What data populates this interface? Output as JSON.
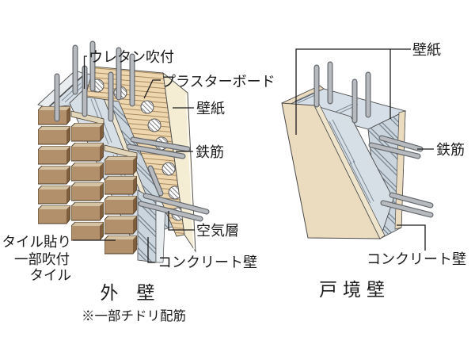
{
  "figure": {
    "left_diagram": {
      "title": "外　壁",
      "note": "※一部チドリ配筋",
      "labels": {
        "urethane": "ウレタン吹付",
        "plasterboard": "プラスターボード",
        "wallpaper": "壁紙",
        "rebar": "鉄筋",
        "air_layer": "空気層",
        "concrete_wall": "コンクリート壁",
        "tile_line1": "タイル貼り",
        "tile_line2": "一部吹付",
        "tile_line3": "タイル"
      }
    },
    "right_diagram": {
      "title": "戸境壁",
      "labels": {
        "wallpaper": "壁紙",
        "rebar": "鉄筋",
        "concrete_wall": "コンクリート壁"
      }
    },
    "colors": {
      "tile_face": "#b2906c",
      "tile_top": "#d5c3a4",
      "tile_side": "#7e5e3c",
      "tile_cut_bevel": "#e2d6ba",
      "concrete_top": "#d6dfe7",
      "concrete_cut": "#d6dee6",
      "concrete_section": "#cbd5dd",
      "urethane": "#e9edf0",
      "plasterboard": "#eed6ae",
      "wallpaper_left": "#f4ecd3",
      "wallpaper_right": "#ecdcbf",
      "rebar": "#b7bbbf",
      "outline": "#4a4a4a",
      "text": "#1b1b1b"
    }
  }
}
